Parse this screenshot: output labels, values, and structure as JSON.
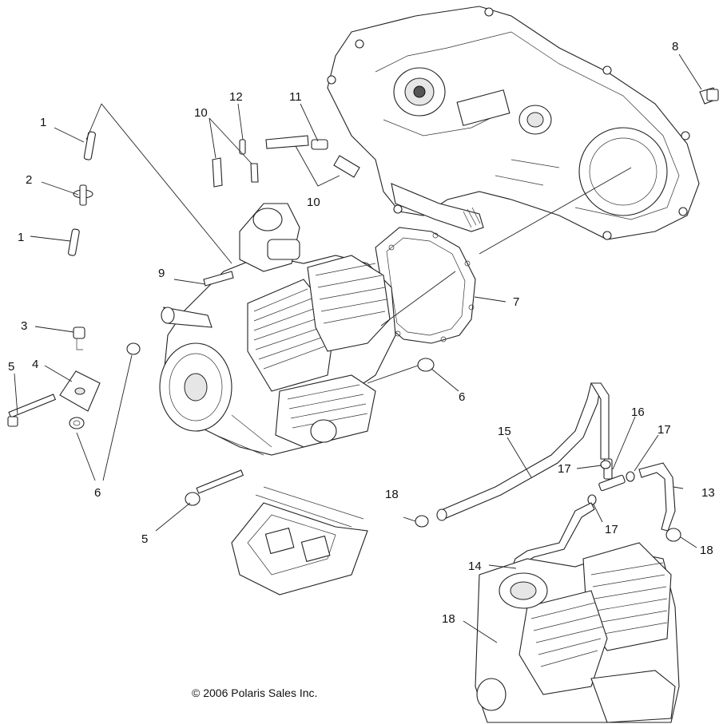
{
  "callouts": {
    "c1a": "1",
    "c2": "2",
    "c1b": "1",
    "c3": "3",
    "c4": "4",
    "c5a": "5",
    "c6a": "6",
    "c5b": "5",
    "c9": "9",
    "c10a": "10",
    "c12": "12",
    "c11": "11",
    "c10b": "10",
    "c7": "7",
    "c8": "8",
    "c6b": "6",
    "c15": "15",
    "c16": "16",
    "c17a": "17",
    "c17b": "17",
    "c17c": "17",
    "c13": "13",
    "c18a": "18",
    "c18b": "18",
    "c14": "14",
    "c18c": "18"
  },
  "copyright": "© 2006 Polaris Sales Inc."
}
